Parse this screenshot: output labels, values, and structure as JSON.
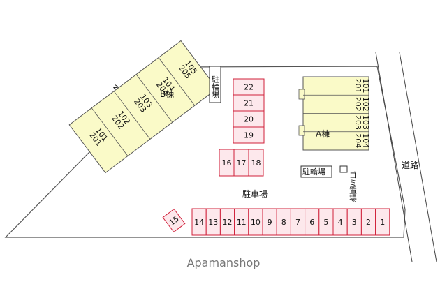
{
  "labels": {
    "road": "道路",
    "parking": "駐車場",
    "bike_parking_top": "駐輪場",
    "bike_parking_mid": "駐輪場",
    "garbage": "ゴミ置場",
    "building_a": "A棟",
    "building_b": "B棟",
    "watermark": "Apamanshop",
    "north": "N"
  },
  "parking": {
    "row_bottom": [
      "14",
      "13",
      "12",
      "11",
      "10",
      "9",
      "8",
      "7",
      "6",
      "5",
      "4",
      "3",
      "2",
      "1"
    ],
    "col_right": [
      "22",
      "21",
      "20",
      "19"
    ],
    "trio": [
      "16",
      "17",
      "18"
    ],
    "diag": "15"
  },
  "building_a_units": [
    {
      "upper": "201",
      "lower": "101"
    },
    {
      "upper": "202",
      "lower": "102"
    },
    {
      "upper": "203",
      "lower": "103"
    },
    {
      "upper": "204",
      "lower": "104"
    }
  ],
  "building_b_units": [
    {
      "upper": "201",
      "lower": "101"
    },
    {
      "upper": "202",
      "lower": "102"
    },
    {
      "upper": "203",
      "lower": "103"
    },
    {
      "upper": "204",
      "lower": "104"
    },
    {
      "upper": "205",
      "lower": "105"
    }
  ],
  "colors": {
    "building_fill": "#fafac8",
    "parking_fill": "#fde8ec",
    "parking_stroke": "#d0203a",
    "lot_stroke": "#555555",
    "watermark": "#777777"
  }
}
